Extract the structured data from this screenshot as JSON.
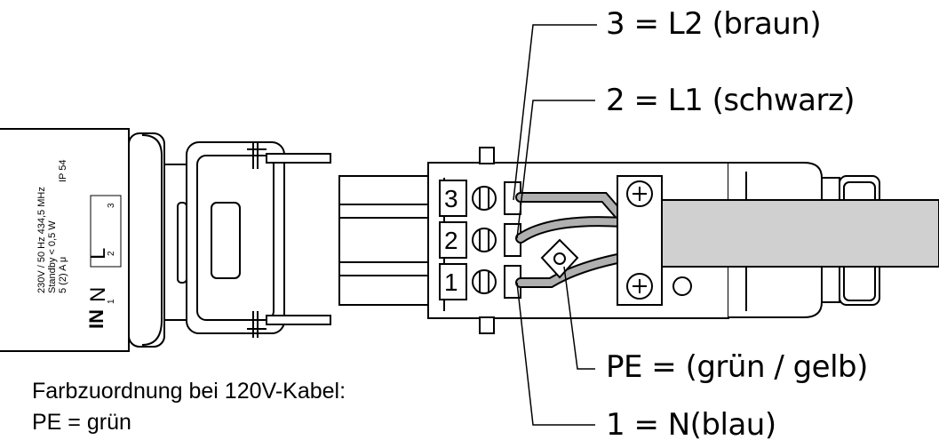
{
  "callouts": {
    "l2": "3 = L2 (braun)",
    "l1": "2 = L1 (schwarz)",
    "pe": "PE = (grün / gelb)",
    "n": "1 = N(blau)"
  },
  "note": {
    "line1": "Farbzuordnung bei 120V-Kabel:",
    "line2": "PE = grün"
  },
  "device_label": {
    "line1": "230V / 50 Hz   434,5 MHz",
    "line2": "Standby < 0,5 W",
    "line3": "5 (2) A  μ",
    "rating": "IP 54",
    "in": "IN",
    "n": "N",
    "l": "L",
    "pin1": "1",
    "pin2": "2",
    "pin3": "3"
  },
  "terminals": {
    "t1": "1",
    "t2": "2",
    "t3": "3"
  },
  "colors": {
    "line": "#000000",
    "cable": "#d0d0d0",
    "wire": "#b0b0b0"
  }
}
